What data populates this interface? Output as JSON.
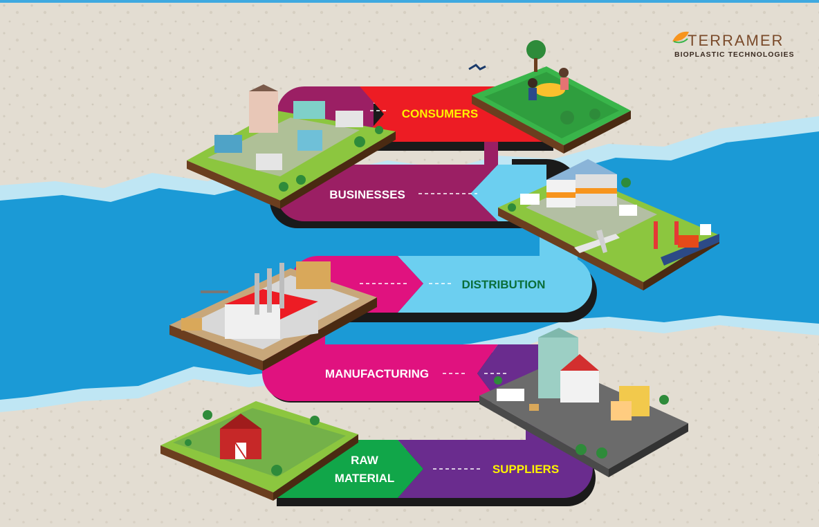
{
  "logo": {
    "word": "TERRAMER",
    "subtitle": "BIOPLASTIC TECHNOLOGIES",
    "icon": "leaf-icon"
  },
  "stages": [
    {
      "id": "consumers",
      "label": "CONSUMERS"
    },
    {
      "id": "businesses",
      "label": "BUSINESSES"
    },
    {
      "id": "distribution",
      "label": "DISTRIBUTION"
    },
    {
      "id": "manufacturing",
      "label": "MANUFACTURING"
    },
    {
      "id": "raw_material",
      "label_line1": "RAW",
      "label_line2": "MATERIAL"
    },
    {
      "id": "suppliers",
      "label": "SUPPLIERS"
    }
  ],
  "colors": {
    "sand": "#e3ddd2",
    "water": "#1b9ad6",
    "water_light": "#bfe6f4",
    "purple": "#6a2c8e",
    "magenta_dark": "#9b1f64",
    "red": "#ed1c24",
    "pink": "#e0127f",
    "sky": "#6ccff0",
    "green": "#11a649",
    "text_yellow": "#fff200",
    "text_green": "#0a6e3a",
    "text_white": "#ffffff"
  }
}
